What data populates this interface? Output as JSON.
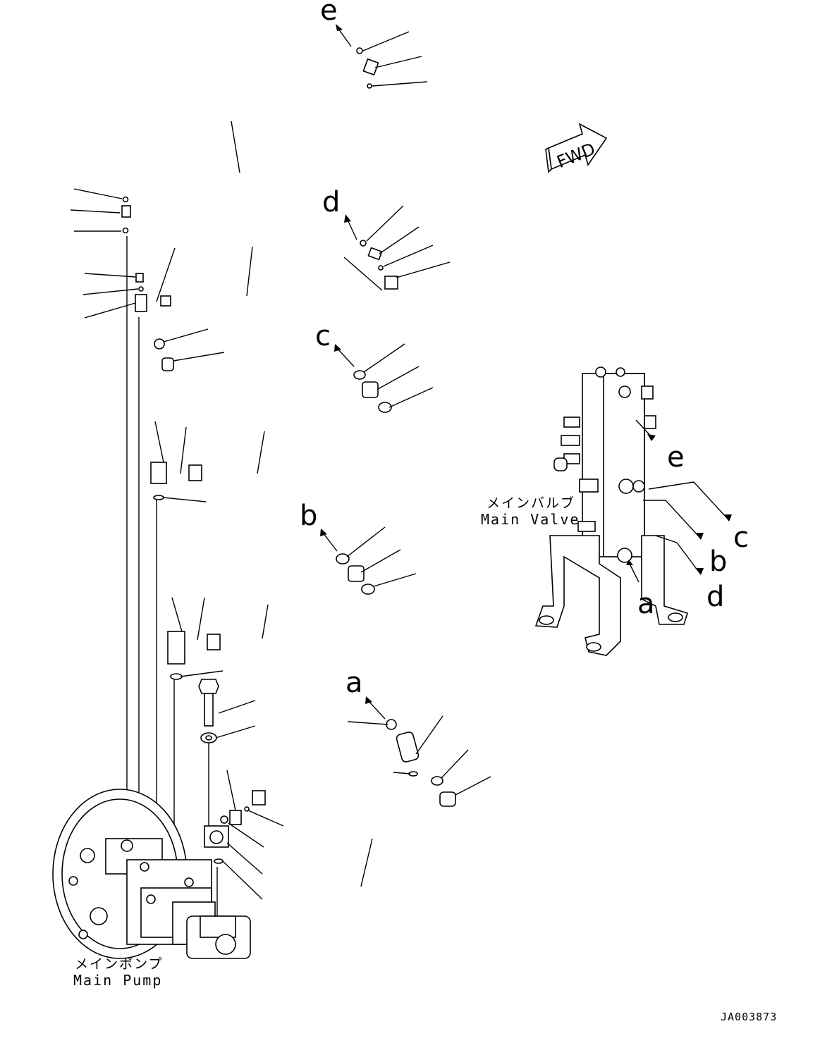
{
  "port_labels": {
    "e": "e",
    "d": "d",
    "c": "c",
    "b": "b",
    "a": "a"
  },
  "fwd_label": "FWD",
  "main_valve": {
    "label_jp": "メインバルブ",
    "label_en": "Main Valve"
  },
  "main_pump": {
    "label_jp": "メインポンプ",
    "label_en": "Main Pump"
  },
  "drawing_code": "JA003873"
}
